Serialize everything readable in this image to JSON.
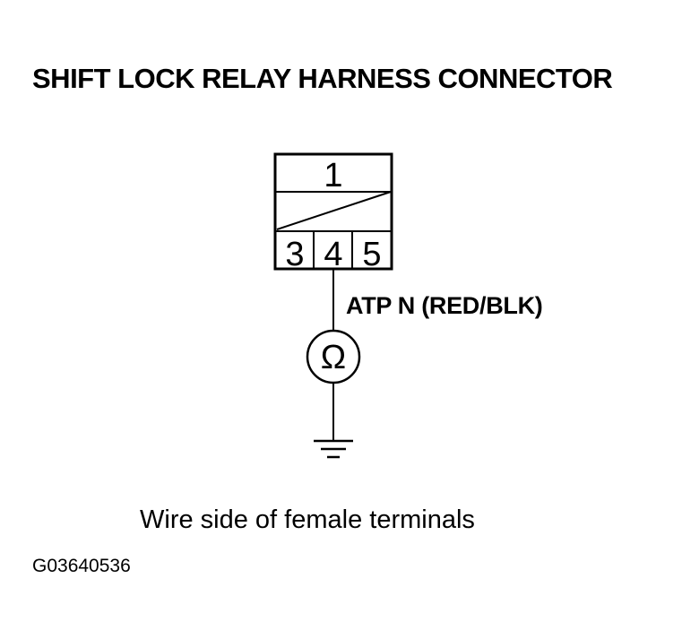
{
  "title": "SHIFT LOCK RELAY HARNESS CONNECTOR",
  "connector": {
    "top_terminal": "1",
    "bottom_terminals": [
      "3",
      "4",
      "5"
    ]
  },
  "wire_label": "ATP N (RED/BLK)",
  "meter_symbol": "Ω",
  "meter_icon": "ohmmeter-icon",
  "ground_icon": "ground-icon",
  "caption": "Wire side of female terminals",
  "figure_id": "G03640536"
}
